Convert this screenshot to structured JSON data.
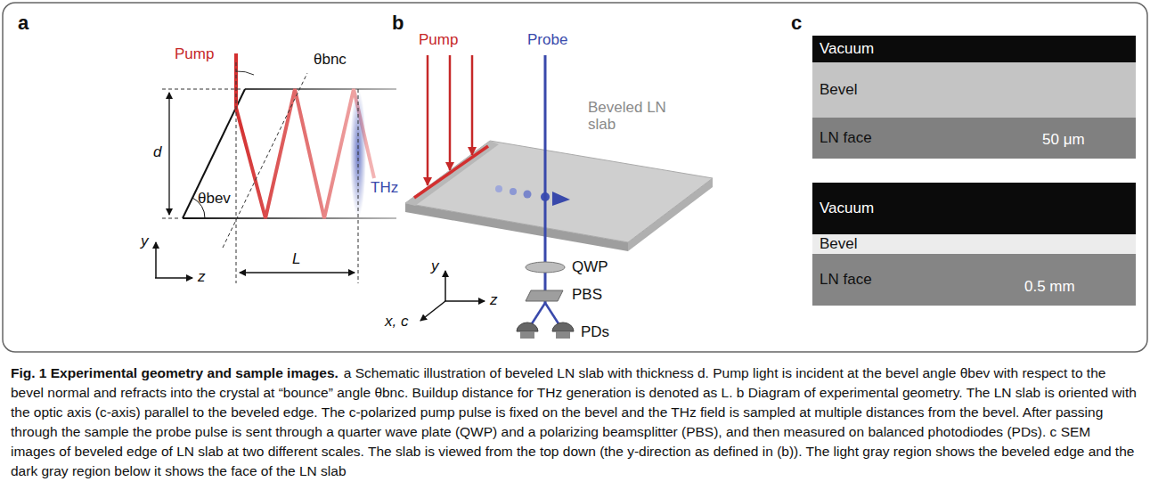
{
  "diagram": {
    "title": "Fig. 1 Experimental geometry and sample images.",
    "caption": "a Schematic illustration of beveled LN slab with thickness d. Pump light is incident at the bevel angle θbev with respect to the bevel normal and refracts into the crystal at “bounce” angle θbnc. Buildup distance for THz generation is denoted as L. b Diagram of experimental geometry. The LN slab is oriented with the optic axis (c-axis) parallel to the beveled edge. The c-polarized pump pulse is fixed on the bevel and the THz field is sampled at multiple distances from the bevel. After passing through the sample the probe pulse is sent through a quarter wave plate (QWP) and a polarizing beamsplitter (PBS), and then measured on balanced photodiodes (PDs). c SEM images of beveled edge of LN slab at two different scales. The slab is viewed from the top down (the y-direction as defined in (b)). The light gray region shows the beveled edge and the dark gray region below it shows the face of the LN slab",
    "nodes": [
      {
        "text": [
          "Vacuum"
        ]
      },
      {
        "text": [
          "Bevel"
        ]
      },
      {
        "text": [
          "LN face"
        ]
      },
      {
        "text": [
          "Vacuum"
        ]
      },
      {
        "text": [
          "Bevel"
        ]
      },
      {
        "text": [
          "LN face"
        ]
      }
    ],
    "labels": [
      "a",
      "Pump",
      "d",
      "θbev",
      "θbnc",
      "THz",
      "y",
      "z",
      "L",
      "b",
      "Pump",
      "Probe",
      "Beveled LN slab",
      "x, c",
      "y",
      "z",
      "QWP",
      "PBS",
      "PDs",
      "c",
      "50 μm",
      "0.5 mm"
    ]
  }
}
